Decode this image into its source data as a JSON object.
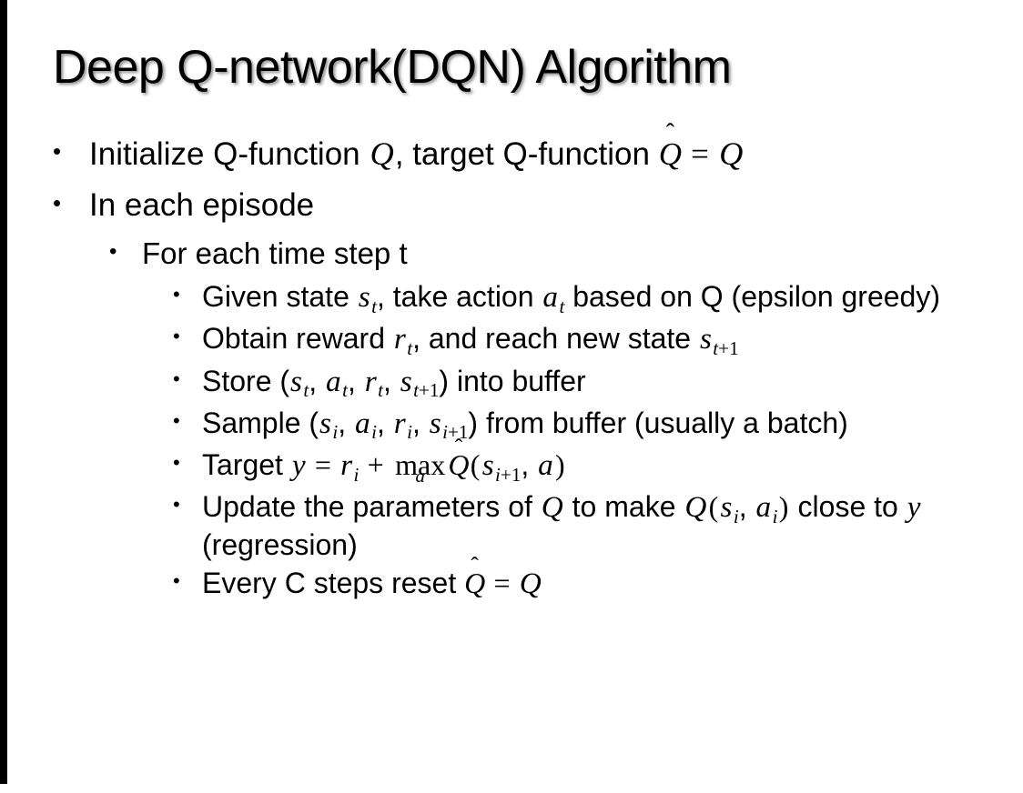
{
  "slide": {
    "title": "Deep Q-network(DQN) Algorithm",
    "background_color": "#ffffff",
    "text_color": "#000000",
    "edge_bar_color": "#000000",
    "bullet_glyph": "•"
  },
  "content": {
    "b1": {
      "pre": "Initialize Q-function ",
      "q1": "Q",
      "mid": ", target Q-function ",
      "qhat": "Q",
      "hat": "̂",
      "eq": " = ",
      "q2": "Q"
    },
    "b2": {
      "text": "In each episode"
    },
    "b3": {
      "text": "For each time step t"
    },
    "b4": {
      "pre": "Given state ",
      "s": "s",
      "s_sub": "t",
      "mid": ", take action ",
      "a": "a",
      "a_sub": "t",
      "post": " based on Q (epsilon greedy)"
    },
    "b5": {
      "pre": "Obtain reward ",
      "r": "r",
      "r_sub": "t",
      "mid": ", and reach new state ",
      "s": "s",
      "s_sub_var": "t",
      "s_sub_num": "+1"
    },
    "b6": {
      "pre": "Store (",
      "s1": "s",
      "s1_sub": "t",
      "c1": ", ",
      "a1": "a",
      "a1_sub": "t",
      "c2": ", ",
      "r1": "r",
      "r1_sub": "t",
      "c3": ", ",
      "s2": "s",
      "s2_sub_var": "t",
      "s2_sub_num": "+1",
      "post": ") into buffer"
    },
    "b7": {
      "pre": "Sample (",
      "s1": "s",
      "s1_sub": "i",
      "c1": ", ",
      "a1": "a",
      "a1_sub": "i",
      "c2": ", ",
      "r1": "r",
      "r1_sub": "i",
      "c3": ", ",
      "s2": "s",
      "s2_sub_var": "i",
      "s2_sub_num": "+1",
      "post": ") from buffer (usually a batch)"
    },
    "b8": {
      "pre": "Target ",
      "y": "y",
      "eq": " = ",
      "r": "r",
      "r_sub": "i",
      "plus": " + ",
      "max": "max",
      "max_under": "a",
      "qhat": "Q",
      "hat": "̂",
      "open": "(",
      "s": "s",
      "s_sub_var": "i",
      "s_sub_num": "+1",
      "comma": ", ",
      "a": "a",
      "close": ")"
    },
    "b9": {
      "pre": "Update the parameters of ",
      "q1": "Q",
      "mid": " to make ",
      "q2": "Q",
      "open": "(",
      "s": "s",
      "s_sub": "i",
      "comma": ", ",
      "a": "a",
      "a_sub": "i",
      "close": ")",
      "post": " close to ",
      "y": "y",
      "tail": " (regression)"
    },
    "b10": {
      "pre": "Every C steps reset ",
      "qhat": "Q",
      "hat": "̂",
      "eq": " = ",
      "q2": "Q"
    }
  }
}
